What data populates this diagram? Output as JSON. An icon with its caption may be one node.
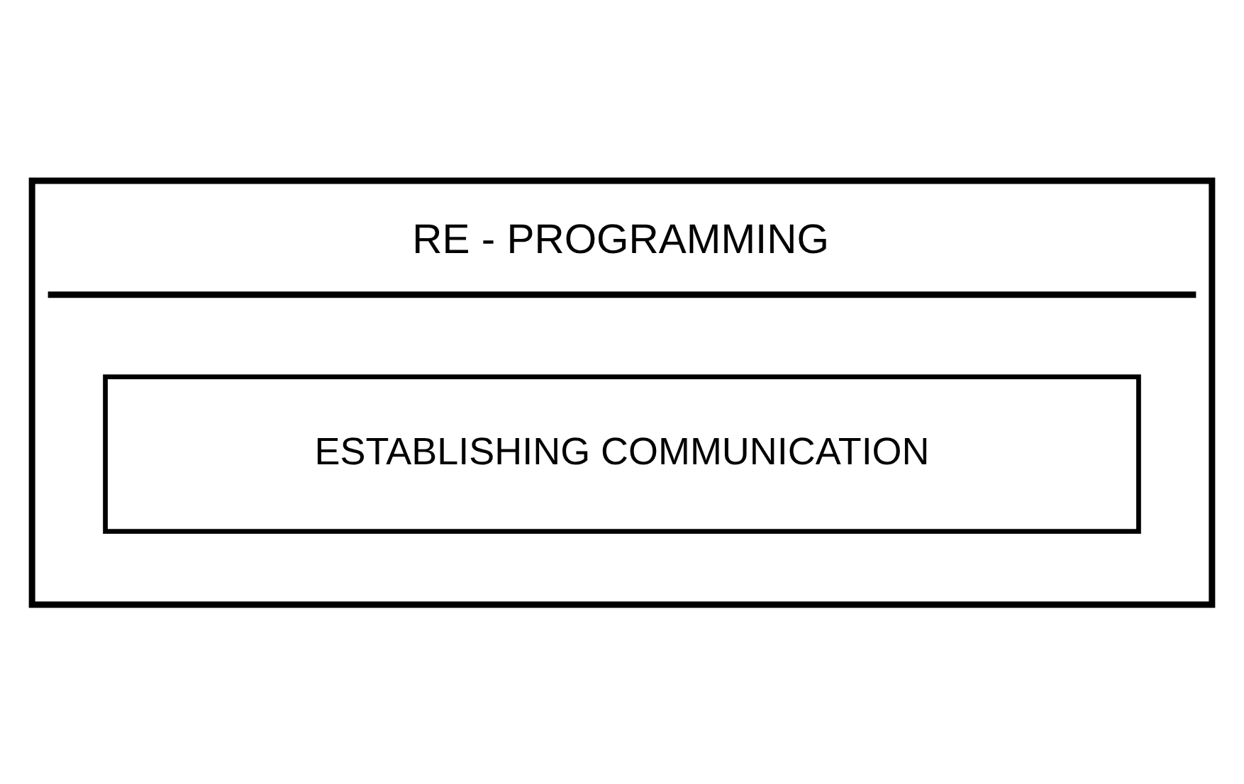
{
  "diagram": {
    "nodes": [
      {
        "text": [
          "RE - PROGRAMMING"
        ]
      },
      {
        "text": [
          "ESTABLISHING COMMUNICATION"
        ],
        "in": 0
      }
    ]
  }
}
